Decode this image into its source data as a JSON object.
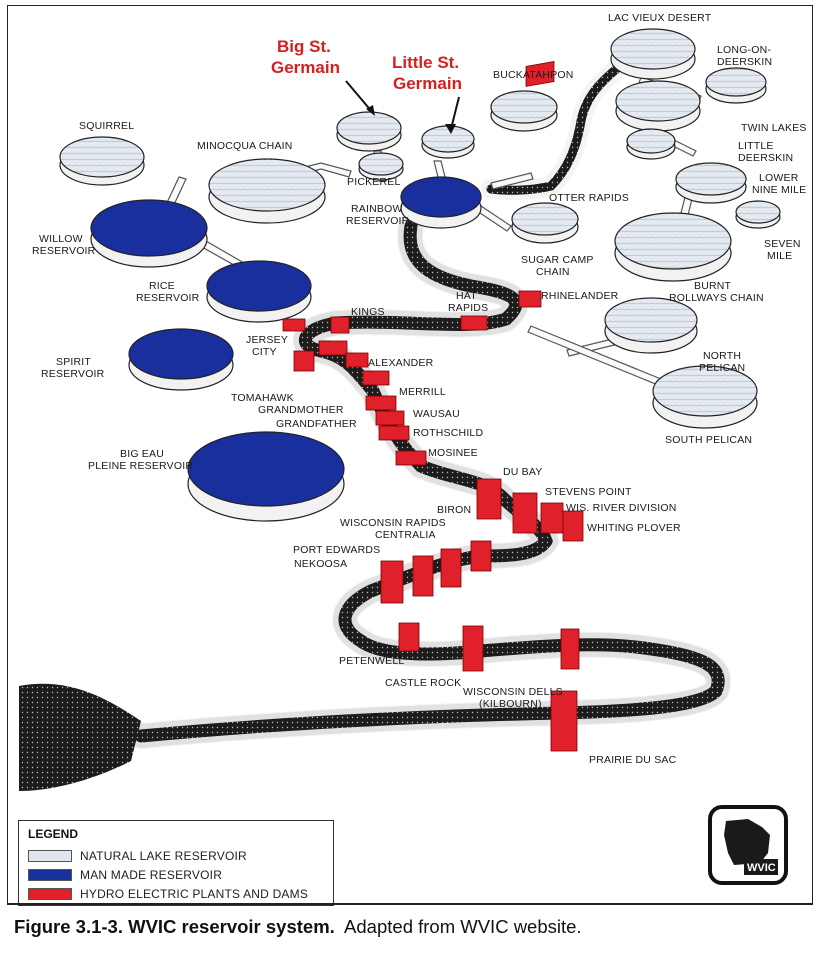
{
  "colors": {
    "natural": "#dfe6ee",
    "man_made": "#1a2f9e",
    "hydro": "#e0202a",
    "highlight_text": "#d62020",
    "river_dark": "#1c1c1c"
  },
  "highlights": {
    "big_st_germain_line1": "Big St.",
    "big_st_germain_line2": "Germain",
    "little_st_germain_line1": "Little St.",
    "little_st_germain_line2": "Germain"
  },
  "labels": {
    "lac_vieux_desert": "LAC VIEUX DESERT",
    "long_on_deerskin_1": "LONG-ON-",
    "long_on_deerskin_2": "DEERSKIN",
    "buckatahpon": "BUCKATAHPON",
    "twin_lakes": "TWIN LAKES",
    "little_deerskin_1": "LITTLE",
    "little_deerskin_2": "DEERSKIN",
    "lower_nine_mile_1": "LOWER",
    "lower_nine_mile_2": "NINE MILE",
    "seven_mile_1": "SEVEN",
    "seven_mile_2": "MILE",
    "squirrel": "SQUIRREL",
    "minocqua_chain": "MINOCQUA CHAIN",
    "pickerel": "PICKEREL",
    "otter_rapids": "OTTER RAPIDS",
    "willow_reservoir_1": "WILLOW",
    "willow_reservoir_2": "RESERVOIR",
    "rainbow_reservoir_1": "RAINBOW",
    "rainbow_reservoir_2": "RESERVOIR",
    "sugar_camp_chain_1": "SUGAR CAMP",
    "sugar_camp_chain_2": "CHAIN",
    "burnt_rollways_chain_1": "BURNT",
    "burnt_rollways_chain_2": "ROLLWAYS CHAIN",
    "rice_reservoir_1": "RICE",
    "rice_reservoir_2": "RESERVOIR",
    "hat_rapids_1": "HAT",
    "hat_rapids_2": "RAPIDS",
    "rhinelander": "RHINELANDER",
    "kings": "KINGS",
    "north_pelican_1": "NORTH",
    "north_pelican_2": "PELICAN",
    "jersey_city_1": "JERSEY",
    "jersey_city_2": "CITY",
    "spirit_reservoir_1": "SPIRIT",
    "spirit_reservoir_2": "RESERVOIR",
    "alexander": "ALEXANDER",
    "tomahawk": "TOMAHAWK",
    "grandmother": "GRANDMOTHER",
    "grandfather": "GRANDFATHER",
    "merrill": "MERRILL",
    "wausau": "WAUSAU",
    "rothschild": "ROTHSCHILD",
    "mosinee": "MOSINEE",
    "south_pelican": "SOUTH PELICAN",
    "big_eau_pleine_1": "BIG EAU",
    "big_eau_pleine_2": "PLEINE RESERVOIR",
    "du_bay": "DU BAY",
    "stevens_point": "STEVENS POINT",
    "wis_river_division": "WIS. RIVER DIVISION",
    "biron": "BIRON",
    "whiting_plover": "WHITING PLOVER",
    "wisconsin_rapids": "WISCONSIN RAPIDS",
    "centralia": "CENTRALIA",
    "port_edwards": "PORT EDWARDS",
    "nekoosa": "NEKOOSA",
    "petenwell": "PETENWELL",
    "castle_rock": "CASTLE ROCK",
    "wisconsin_dells_1": "WISCONSIN DELLS",
    "wisconsin_dells_2": "(KILBOURN)",
    "prairie_du_sac": "PRAIRIE DU SAC"
  },
  "legend": {
    "title": "LEGEND",
    "items": [
      {
        "label": "NATURAL LAKE RESERVOIR",
        "color": "#dfe6ee"
      },
      {
        "label": "MAN MADE RESERVOIR",
        "color": "#1a2f9e"
      },
      {
        "label": "HYDRO ELECTRIC PLANTS AND DAMS",
        "color": "#e0202a"
      }
    ]
  },
  "logo": {
    "text": "WVIC"
  },
  "caption": {
    "bold": "Figure 3.1-3.  WVIC reservoir system.",
    "rest": "  Adapted from WVIC website."
  }
}
